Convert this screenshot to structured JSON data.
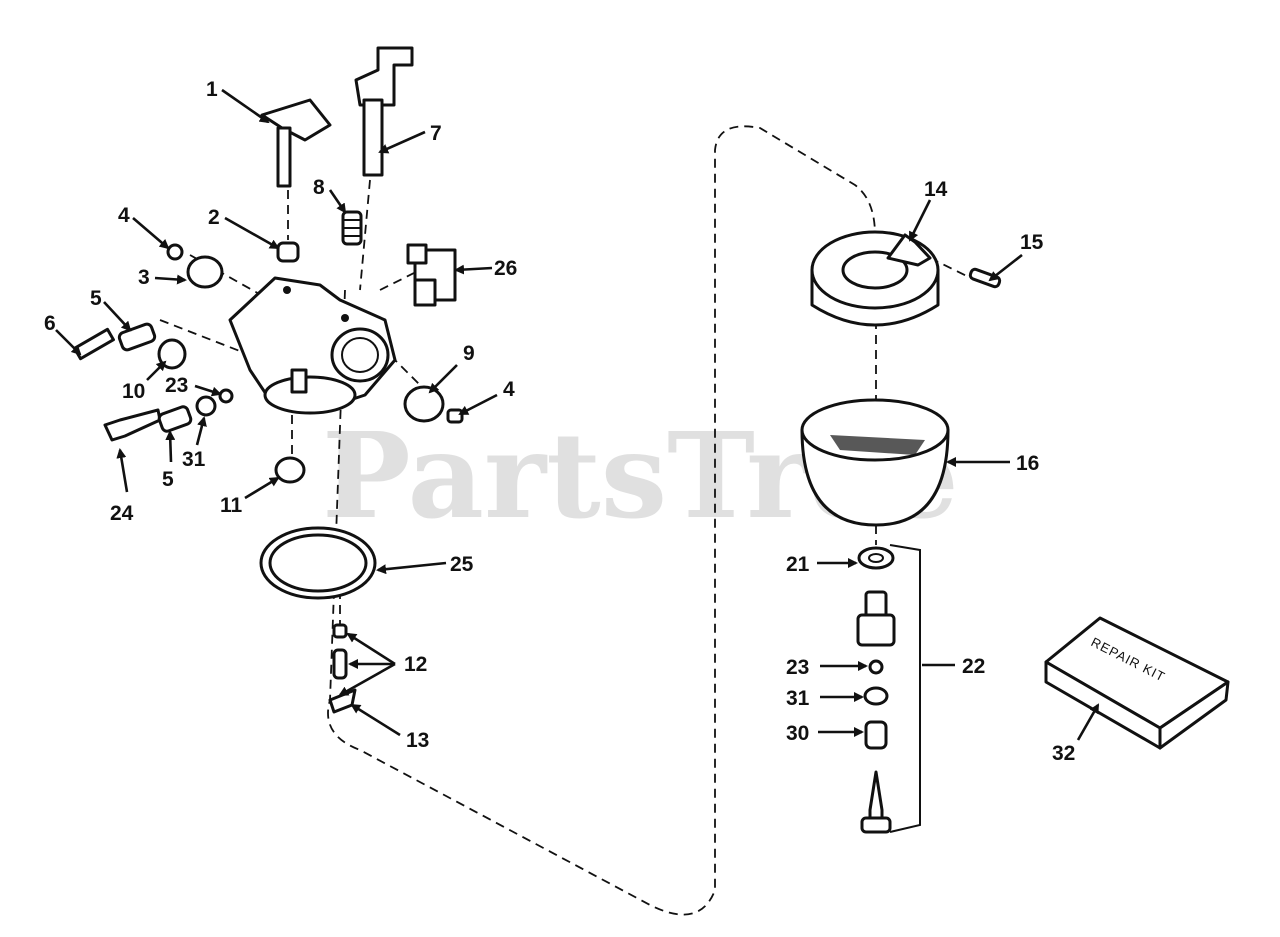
{
  "watermark": "PartsTree",
  "repair_kit_text": "REPAIR KIT",
  "callouts": {
    "c1": "1",
    "c2": "2",
    "c3": "3",
    "c4a": "4",
    "c4b": "4",
    "c5a": "5",
    "c5b": "5",
    "c6": "6",
    "c7": "7",
    "c8": "8",
    "c9": "9",
    "c10": "10",
    "c11": "11",
    "c12": "12",
    "c13": "13",
    "c14": "14",
    "c15": "15",
    "c16": "16",
    "c21": "21",
    "c22": "22",
    "c23a": "23",
    "c23b": "23",
    "c24": "24",
    "c25": "25",
    "c26": "26",
    "c30": "30",
    "c31a": "31",
    "c31b": "31",
    "c32": "32"
  }
}
